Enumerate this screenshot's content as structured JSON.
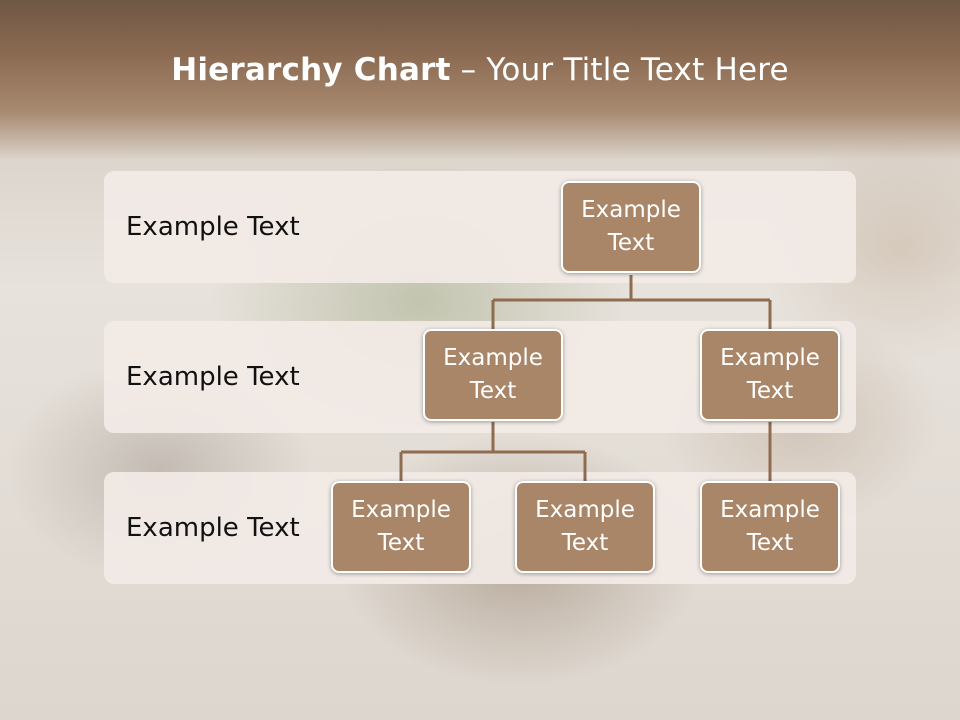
{
  "title": {
    "bold": "Hierarchy Chart",
    "rest": " – Your Title Text Here"
  },
  "levels": [
    {
      "label": "Example Text"
    },
    {
      "label": "Example Text"
    },
    {
      "label": "Example Text"
    }
  ],
  "nodes": {
    "root": "Example\nText",
    "mid_left": "Example\nText",
    "mid_right": "Example\nText",
    "leaf_1": "Example\nText",
    "leaf_2": "Example\nText",
    "leaf_3": "Example\nText"
  },
  "colors": {
    "title_band": "#8c6b52",
    "node_fill": "#a98668",
    "connector": "#8f6b4f",
    "band_fill": "#f2eae6"
  }
}
